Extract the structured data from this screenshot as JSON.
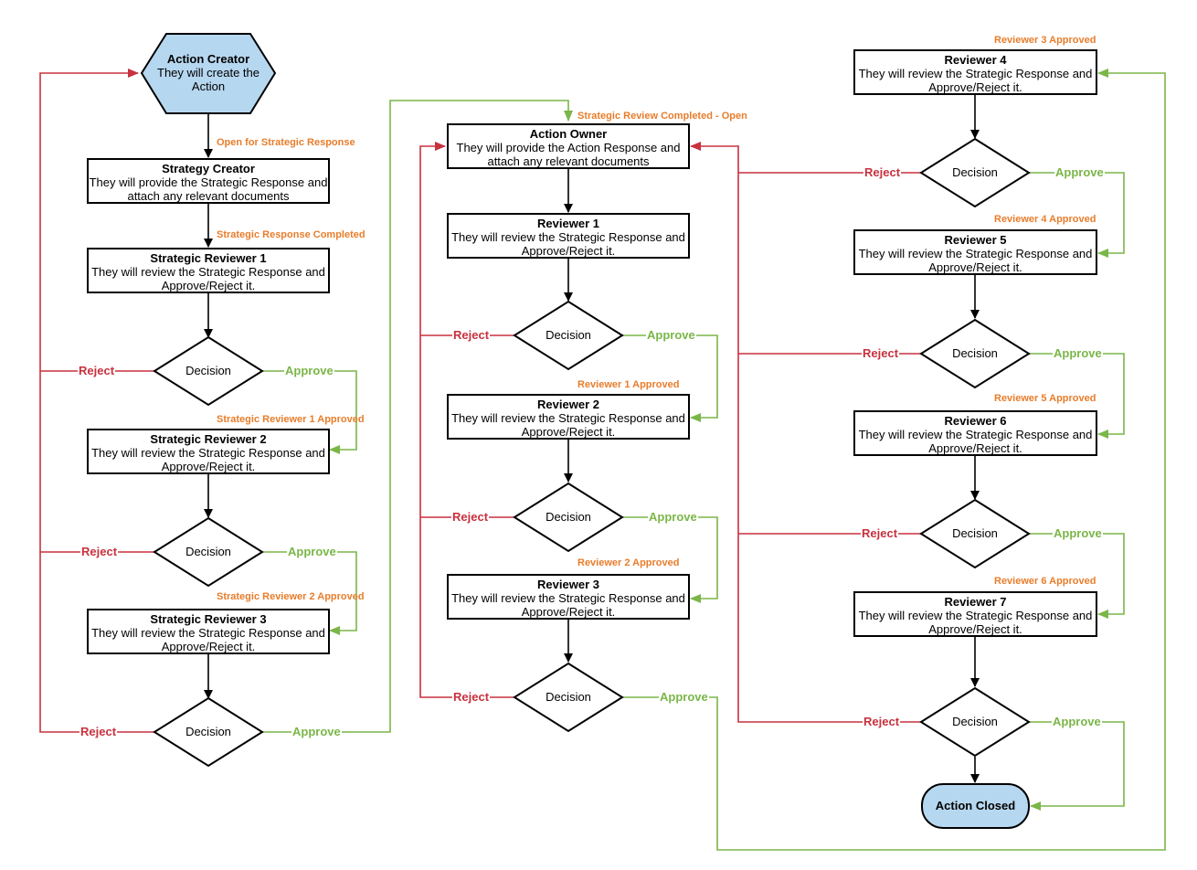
{
  "start": {
    "title": "Action Creator",
    "desc": "They will create the Action",
    "color": "#b6d7f0"
  },
  "end": {
    "label": "Action Closed",
    "color": "#b6d7f0"
  },
  "boxes": {
    "strategy_creator": {
      "title": "Strategy Creator",
      "desc": "They will provide the Strategic Response and attach any relevant documents"
    },
    "sr1": {
      "title": "Strategic Reviewer 1",
      "desc": "They will review the Strategic Response and Approve/Reject it."
    },
    "sr2": {
      "title": "Strategic Reviewer 2",
      "desc": "They will review the Strategic Response and Approve/Reject it."
    },
    "sr3": {
      "title": "Strategic Reviewer 3",
      "desc": "They will review the Strategic Response and Approve/Reject it."
    },
    "owner": {
      "title": "Action Owner",
      "desc": "They will provide the Action Response and attach any relevant documents"
    },
    "r1": {
      "title": "Reviewer 1",
      "desc": "They will review the Strategic Response and Approve/Reject it."
    },
    "r2": {
      "title": "Reviewer 2",
      "desc": "They will review the Strategic Response and Approve/Reject it."
    },
    "r3": {
      "title": "Reviewer 3",
      "desc": "They will review the Strategic Response and Approve/Reject it."
    },
    "r4": {
      "title": "Reviewer 4",
      "desc": "They will review the Strategic Response and Approve/Reject it."
    },
    "r5": {
      "title": "Reviewer 5",
      "desc": "They will review the Strategic Response and Approve/Reject it."
    },
    "r6": {
      "title": "Reviewer 6",
      "desc": "They will review the Strategic Response and Approve/Reject it."
    },
    "r7": {
      "title": "Reviewer 7",
      "desc": "They will review the Strategic Response and Approve/Reject it."
    }
  },
  "decision_label": "Decision",
  "reject_label": "Reject",
  "approve_label": "Approve",
  "notes": {
    "open_strategic": "Open for Strategic Response",
    "strategic_completed": "Strategic Response Completed",
    "sr1_approved": "Strategic Reviewer 1 Approved",
    "sr2_approved": "Strategic Reviewer 2 Approved",
    "review_completed": "Strategic Review Completed - Open",
    "r1_approved": "Reviewer 1 Approved",
    "r2_approved": "Reviewer 2 Approved",
    "r3_approved": "Reviewer 3 Approved",
    "r4_approved": "Reviewer 4 Approved",
    "r5_approved": "Reviewer 5 Approved",
    "r6_approved": "Reviewer 6 Approved"
  },
  "colors": {
    "reject": "#c8313e",
    "approve": "#7ab648",
    "note": "#e87d2b",
    "flow": "#000000"
  }
}
